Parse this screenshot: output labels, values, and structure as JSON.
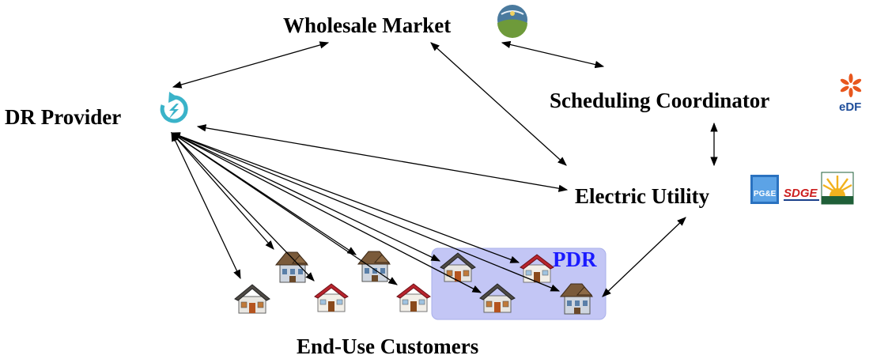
{
  "nodes": {
    "wholesale_market": "Wholesale Market",
    "scheduling_coordinator": "Scheduling Coordinator",
    "dr_provider": "DR Provider",
    "electric_utility": "Electric Utility",
    "end_use_customers": "End-Use Customers",
    "pdr": "PDR"
  },
  "logos": {
    "edf": "eDF",
    "pge": "PG&E",
    "sdge": "SDGE"
  },
  "icons": [
    "market-globe-icon",
    "dr-refresh-icon",
    "edf-logo",
    "pge-logo",
    "sdge-logo",
    "sce-logo",
    "house-icon"
  ],
  "colors": {
    "pdr_box": "#c3c6f5",
    "pdr_text": "#1a1aff",
    "dr_icon": "#3ab3c9",
    "edf_orange": "#e8571e",
    "edf_blue": "#1e4d9a"
  }
}
